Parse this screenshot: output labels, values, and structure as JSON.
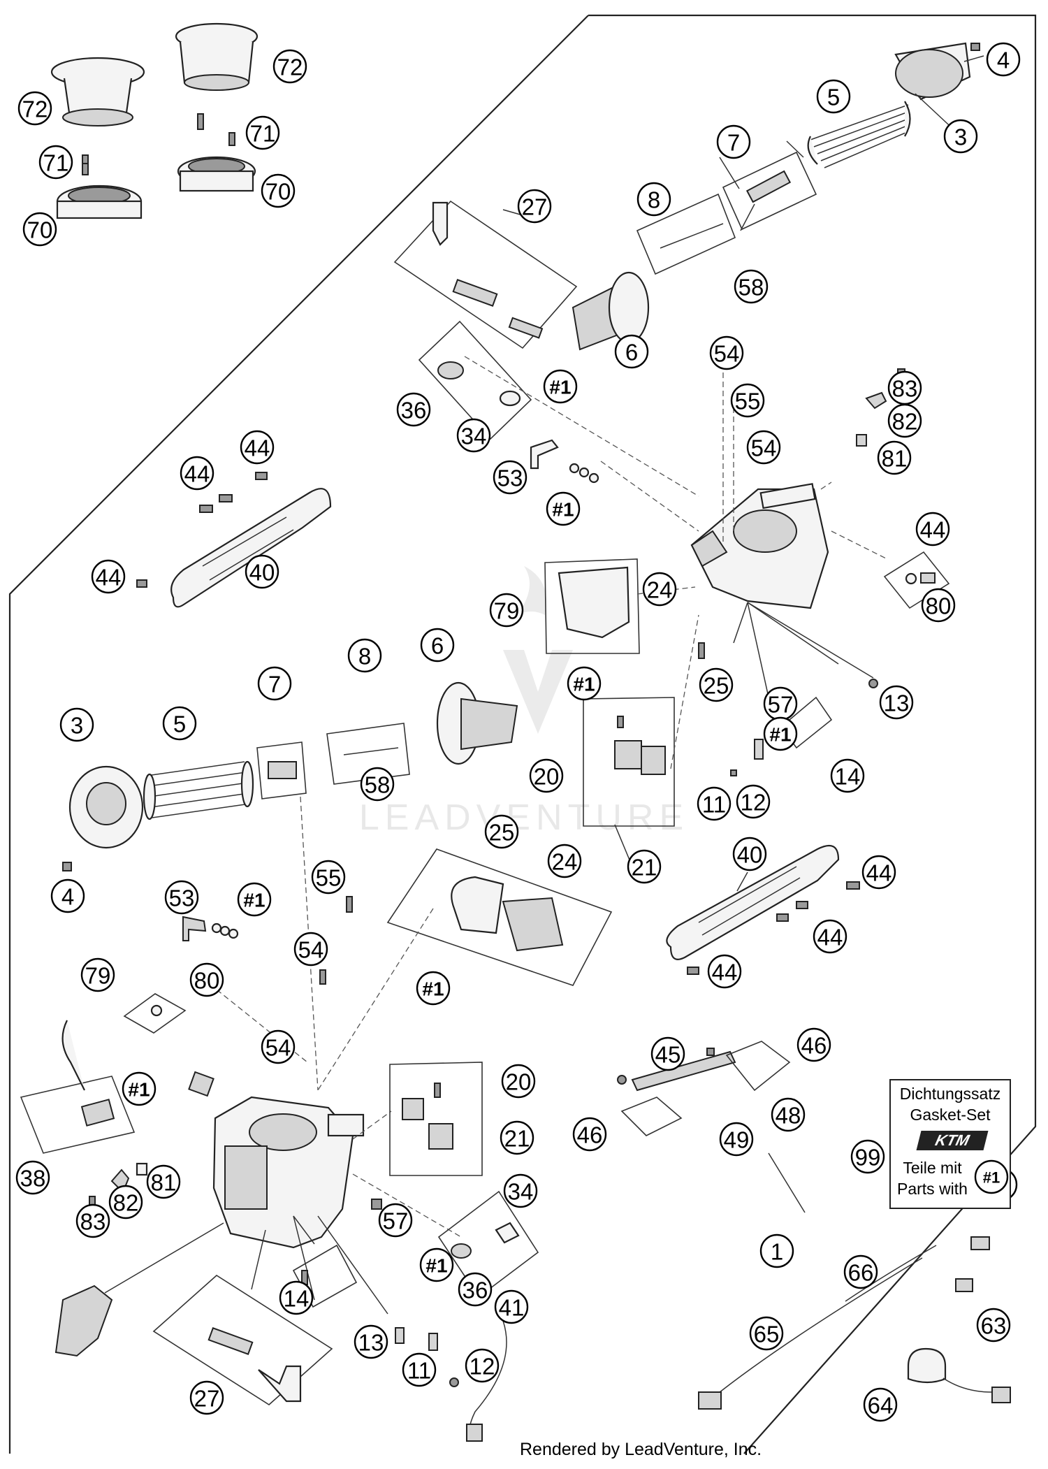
{
  "diagram": {
    "credit": "Rendered by LeadVenture, Inc.",
    "watermark": "LEADVENTURE",
    "gasket_set": {
      "line1": "Dichtungssatz",
      "line2": "Gasket-Set",
      "logo": "KTM",
      "line3": "Teile mit",
      "line4": "Parts with",
      "marker": "#1"
    },
    "callouts": [
      "72",
      "72",
      "71",
      "71",
      "70",
      "70",
      "4",
      "5",
      "3",
      "7",
      "27",
      "8",
      "58",
      "6",
      "54",
      "55",
      "54",
      "83",
      "82",
      "81",
      "36",
      "#1",
      "34",
      "53",
      "#1",
      "44",
      "44",
      "44",
      "40",
      "44",
      "80",
      "79",
      "24",
      "#1",
      "25",
      "13",
      "57",
      "7",
      "8",
      "6",
      "3",
      "5",
      "58",
      "#1",
      "11",
      "14",
      "20",
      "12",
      "4",
      "25",
      "24",
      "21",
      "40",
      "44",
      "53",
      "#1",
      "55",
      "44",
      "54",
      "44",
      "79",
      "80",
      "#1",
      "54",
      "45",
      "46",
      "20",
      "#1",
      "21",
      "46",
      "48",
      "49",
      "99",
      "#1",
      "38",
      "82",
      "81",
      "83",
      "34",
      "57",
      "#1",
      "36",
      "14",
      "1",
      "66",
      "41",
      "65",
      "63",
      "13",
      "11",
      "12",
      "27",
      "64"
    ]
  }
}
